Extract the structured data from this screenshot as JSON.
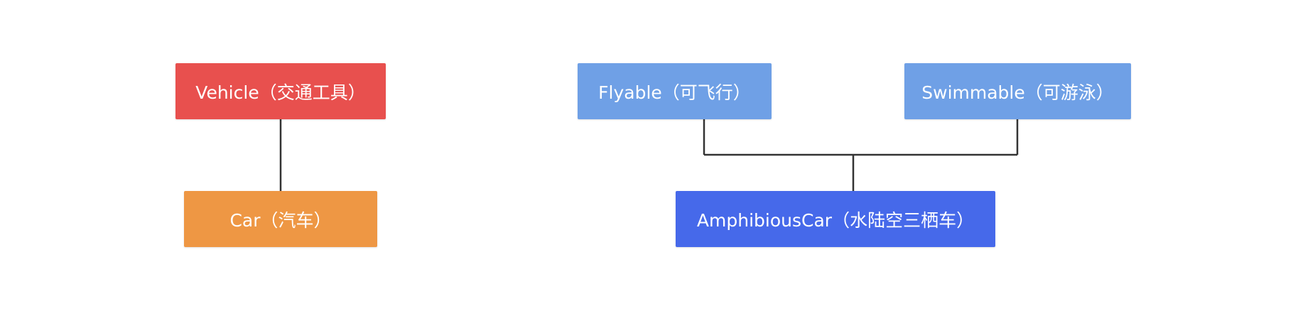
{
  "diagram": {
    "nodes": {
      "vehicle": {
        "label": "Vehicle（交通工具）",
        "color": "#E8504E"
      },
      "car": {
        "label": "Car（汽车）",
        "color": "#EE9744"
      },
      "flyable": {
        "label": "Flyable（可飞行）",
        "color": "#6FA0E6"
      },
      "swimmable": {
        "label": "Swimmable（可游泳）",
        "color": "#6FA0E6"
      },
      "amphibious": {
        "label": "AmphibiousCar（水陆空三栖车）",
        "color": "#4669EA"
      }
    },
    "edges": [
      {
        "from": "vehicle",
        "to": "car"
      },
      {
        "from": "flyable",
        "to": "amphibious"
      },
      {
        "from": "swimmable",
        "to": "amphibious"
      }
    ],
    "connector_color": "#333333"
  }
}
